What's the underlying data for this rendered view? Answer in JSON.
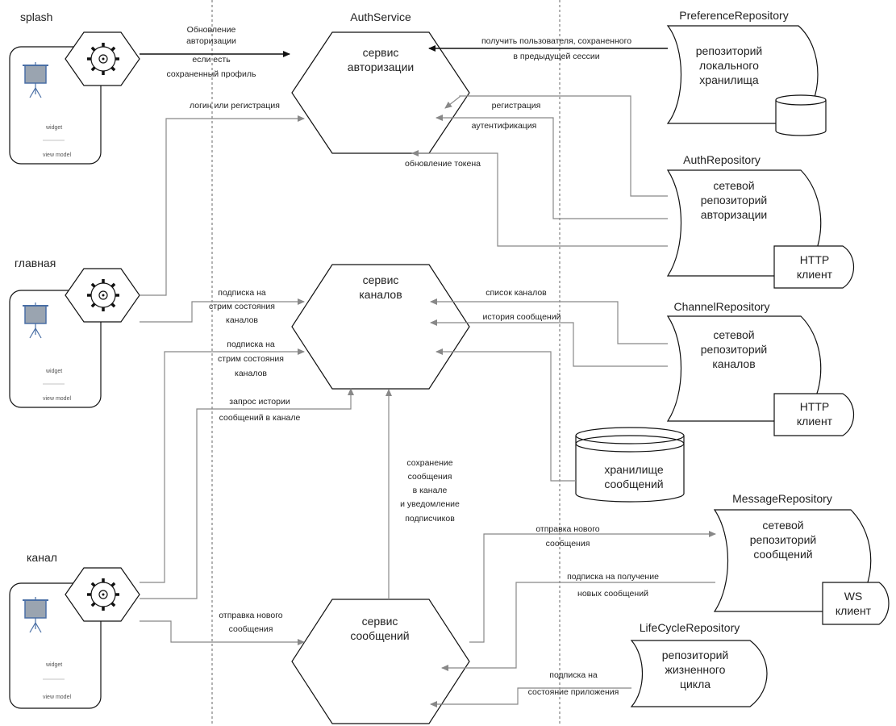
{
  "screens": {
    "splash": {
      "title": "splash",
      "widget": "widget",
      "vm": "view model"
    },
    "main": {
      "title": "главная",
      "widget": "widget",
      "vm": "view model"
    },
    "channel": {
      "title": "канал",
      "widget": "widget",
      "vm": "view model"
    }
  },
  "services": {
    "auth": {
      "name": "AuthService",
      "l1": "сервис",
      "l2": "авторизации"
    },
    "channels": {
      "l1": "сервис",
      "l2": "каналов"
    },
    "messages": {
      "l1": "сервис",
      "l2": "сообщений"
    }
  },
  "repos": {
    "preference": {
      "name": "PreferenceRepository",
      "l1": "репозиторий",
      "l2": "локального",
      "l3": "хранилища"
    },
    "auth": {
      "name": "AuthRepository",
      "l1": "сетевой",
      "l2": "репозиторий",
      "l3": "авторизации",
      "client1": "HTTP",
      "client2": "клиент"
    },
    "channel": {
      "name": "ChannelRepository",
      "l1": "сетевой",
      "l2": "репозиторий",
      "l3": "каналов",
      "client1": "HTTP",
      "client2": "клиент"
    },
    "message": {
      "name": "MessageRepository",
      "l1": "сетевой",
      "l2": "репозиторий",
      "l3": "сообщений",
      "client1": "WS",
      "client2": "клиент"
    },
    "lifecycle": {
      "name": "LifeCycleRepository",
      "l1": "репозиторий",
      "l2": "жизненного",
      "l3": "цикла"
    }
  },
  "storage": {
    "l1": "хранилище",
    "l2": "сообщений"
  },
  "edges": {
    "splash_auth": [
      "Обновление",
      "авторизации",
      "если есть",
      "сохраненный профиль"
    ],
    "pref_auth": [
      "получить пользователя, сохраненного",
      "в предыдущей сессии"
    ],
    "login": "логин или регистрация",
    "registration": "регистрация",
    "authentication": "аутентификация",
    "token": "обновление токена",
    "main_sub": [
      "подписка на",
      "стрим состояния",
      "каналов"
    ],
    "channel_sub": [
      "подписка на",
      "стрим состояния",
      "каналов"
    ],
    "history_req": [
      "запрос истории",
      "сообщений в канале"
    ],
    "channel_list": "список каналов",
    "message_history": "история сообщений",
    "save_msg": [
      "сохранение",
      "сообщения",
      "в канале",
      "и уведомление",
      "подписчиков"
    ],
    "send_to_svc": [
      "отправка нового",
      "сообщения"
    ],
    "send_to_repo": [
      "отправка нового",
      "сообщения"
    ],
    "subscribe_new": [
      "подписка на получение",
      "новых сообщений"
    ],
    "lifecycle_sub": [
      "подписка на",
      "состояние приложения"
    ]
  }
}
